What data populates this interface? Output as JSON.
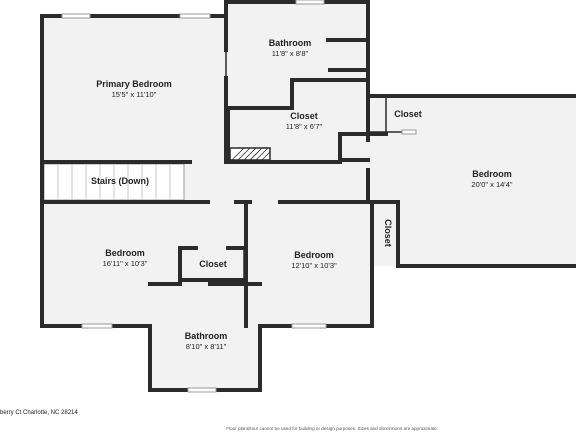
{
  "rooms": {
    "primary_bedroom": {
      "name": "Primary Bedroom",
      "dims": "15'5\" x 11'10\""
    },
    "bathroom_top": {
      "name": "Bathroom",
      "dims": "11'8\" x 8'8\""
    },
    "closet_mid": {
      "name": "Closet",
      "dims": "11'8\" x 6'7\""
    },
    "closet_right": {
      "name": "Closet"
    },
    "bedroom_right": {
      "name": "Bedroom",
      "dims": "20'0\" x 14'4\""
    },
    "stairs": {
      "name": "Stairs (Down)"
    },
    "bedroom_left": {
      "name": "Bedroom",
      "dims": "16'11\" x 10'3\""
    },
    "closet_small": {
      "name": "Closet"
    },
    "bedroom_center": {
      "name": "Bedroom",
      "dims": "12'10\" x 10'3\""
    },
    "closet_vertical": {
      "name": "Closet"
    },
    "bathroom_bottom": {
      "name": "Bathroom",
      "dims": "8'10\" x 8'11\""
    }
  },
  "footer": {
    "address": "berry Ct Charlotte, NC 28214",
    "disclaimer": "Floor plans/tour cannot be used for building or design purposes. Sizes and dimensions are approximate."
  },
  "colors": {
    "wall": "#2b2b2b",
    "floor": "#f2f2f2",
    "stairs": "#ffffff"
  }
}
